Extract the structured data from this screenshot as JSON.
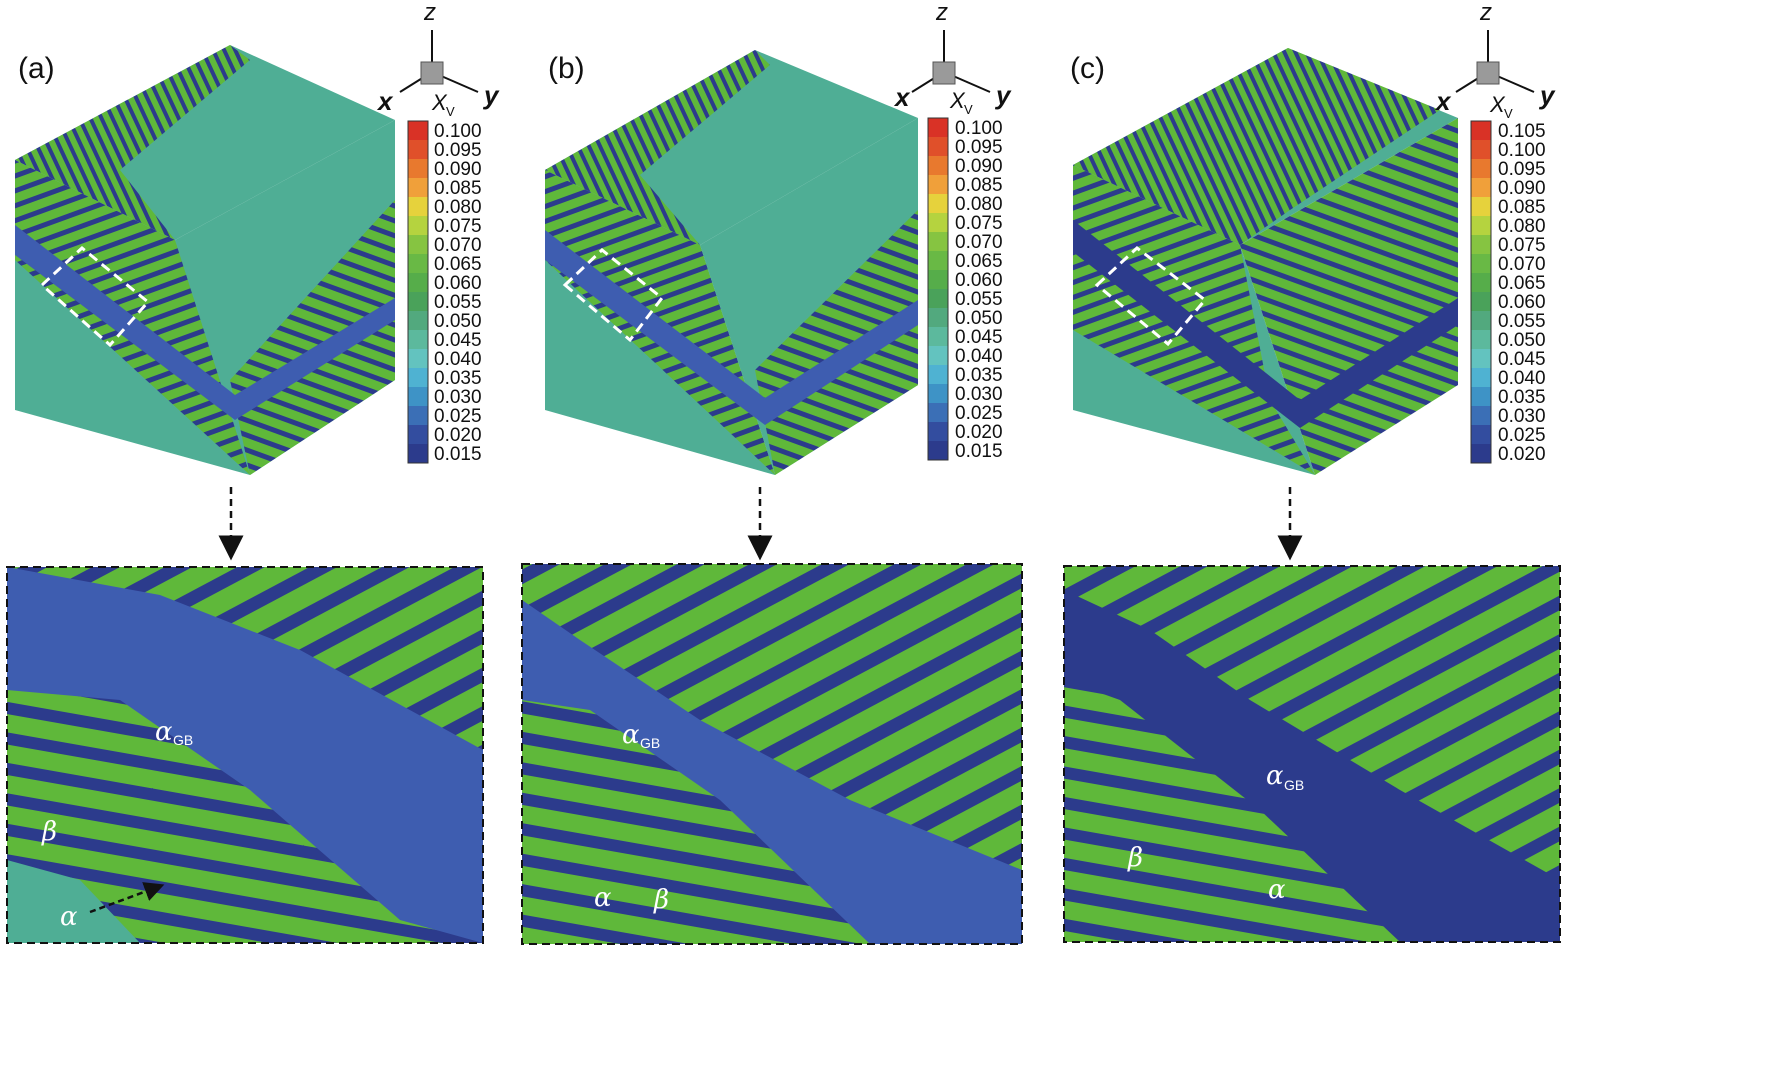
{
  "variable": {
    "symbol": "X",
    "subscript": "V"
  },
  "axes": {
    "x": "x",
    "y": "y",
    "z": "z"
  },
  "panels": [
    {
      "label": "(a)",
      "colorbar": [
        "0.100",
        "0.095",
        "0.090",
        "0.085",
        "0.080",
        "0.075",
        "0.070",
        "0.065",
        "0.060",
        "0.055",
        "0.050",
        "0.045",
        "0.040",
        "0.035",
        "0.030",
        "0.025",
        "0.020",
        "0.015"
      ],
      "phases": [
        {
          "symbol": "α",
          "sub": "GB"
        },
        {
          "symbol": "β",
          "sub": ""
        },
        {
          "symbol": "α",
          "sub": ""
        }
      ]
    },
    {
      "label": "(b)",
      "colorbar": [
        "0.100",
        "0.095",
        "0.090",
        "0.085",
        "0.080",
        "0.075",
        "0.070",
        "0.065",
        "0.060",
        "0.055",
        "0.050",
        "0.045",
        "0.040",
        "0.035",
        "0.030",
        "0.025",
        "0.020",
        "0.015"
      ],
      "phases": [
        {
          "symbol": "α",
          "sub": "GB"
        },
        {
          "symbol": "α",
          "sub": ""
        },
        {
          "symbol": "β",
          "sub": ""
        }
      ]
    },
    {
      "label": "(c)",
      "colorbar": [
        "0.105",
        "0.100",
        "0.095",
        "0.090",
        "0.085",
        "0.080",
        "0.075",
        "0.070",
        "0.065",
        "0.060",
        "0.055",
        "0.050",
        "0.045",
        "0.040",
        "0.035",
        "0.030",
        "0.025",
        "0.020"
      ],
      "phases": [
        {
          "symbol": "α",
          "sub": "GB"
        },
        {
          "symbol": "β",
          "sub": ""
        },
        {
          "symbol": "α",
          "sub": ""
        }
      ]
    }
  ],
  "colors": {
    "matrix": "#4fae95",
    "alpha_lath": "#5fb83a",
    "beta_dark": "#2c3b8c",
    "grain_boundary": "#3e5db0",
    "colorbar": [
      "#d93226",
      "#e0502a",
      "#e8792e",
      "#f0a03a",
      "#e6d23c",
      "#b5d33f",
      "#86c441",
      "#69b945",
      "#56ad4a",
      "#4aa25a",
      "#52a97e",
      "#5cb99d",
      "#63c3bf",
      "#4fb2d2",
      "#3e93c6",
      "#3b6fb6",
      "#334d9f",
      "#2c3b8c"
    ]
  }
}
